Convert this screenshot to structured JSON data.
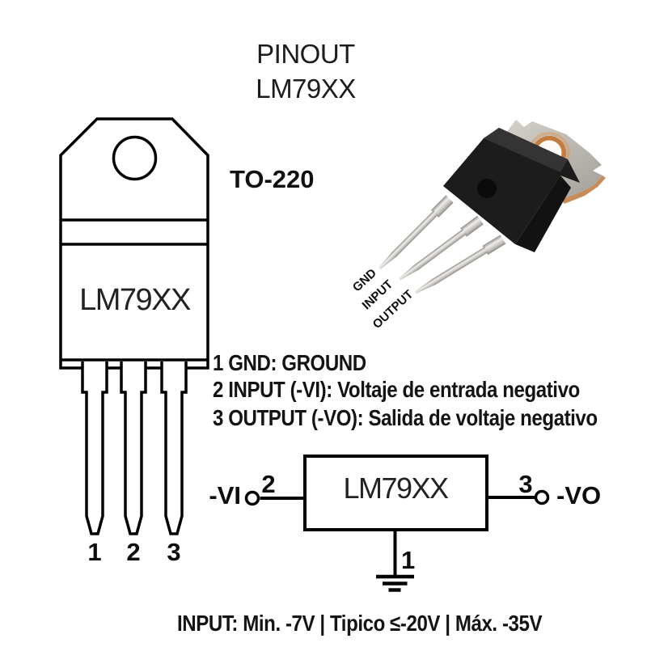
{
  "title": {
    "line1": "PINOUT",
    "line2": "LM79XX"
  },
  "package_name": "TO-220",
  "package_drawing": {
    "chip_label": "LM79XX",
    "pins": [
      "1",
      "2",
      "3"
    ]
  },
  "photo": {
    "pin_labels": [
      "GND",
      "INPUT",
      "OUTPUT"
    ]
  },
  "pin_descriptions": [
    "1 GND: GROUND",
    "2 INPUT (-VI): Voltaje de entrada negativo",
    "3 OUTPUT (-VO): Salida de voltaje negativo"
  ],
  "schematic": {
    "chip_label": "LM79XX",
    "input_label": "-VI",
    "input_pin": "2",
    "output_pin": "3",
    "output_label": "-VO",
    "ground_pin": "1"
  },
  "footer": "INPUT: Min. -7V | Tipico ≤-20V | Máx. -35V",
  "colors": {
    "text": "#1a1a1a",
    "line": "#000000",
    "body_black": "#1c1c1c",
    "tab_silver": "#b9b6b0",
    "copper": "#c07a3e"
  }
}
